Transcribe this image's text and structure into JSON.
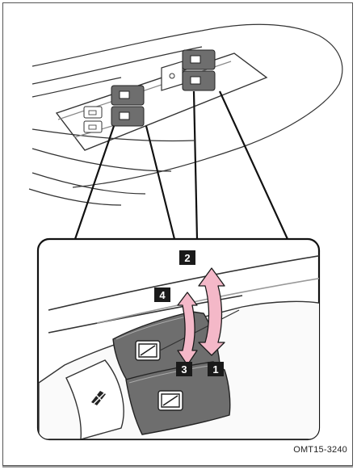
{
  "figure": {
    "code": "OMT15-3240",
    "callouts": {
      "c1": "1",
      "c2": "2",
      "c3": "3",
      "c4": "4"
    }
  },
  "colors": {
    "arrow": "#f4b8c8",
    "arrow_outline": "#1a1a1a",
    "switch": "#6e6e6e",
    "badge_bg": "#1a1a1a"
  },
  "icons": [
    "window-down-icon",
    "window-lock-icon",
    "rotation-arrow-icon"
  ]
}
